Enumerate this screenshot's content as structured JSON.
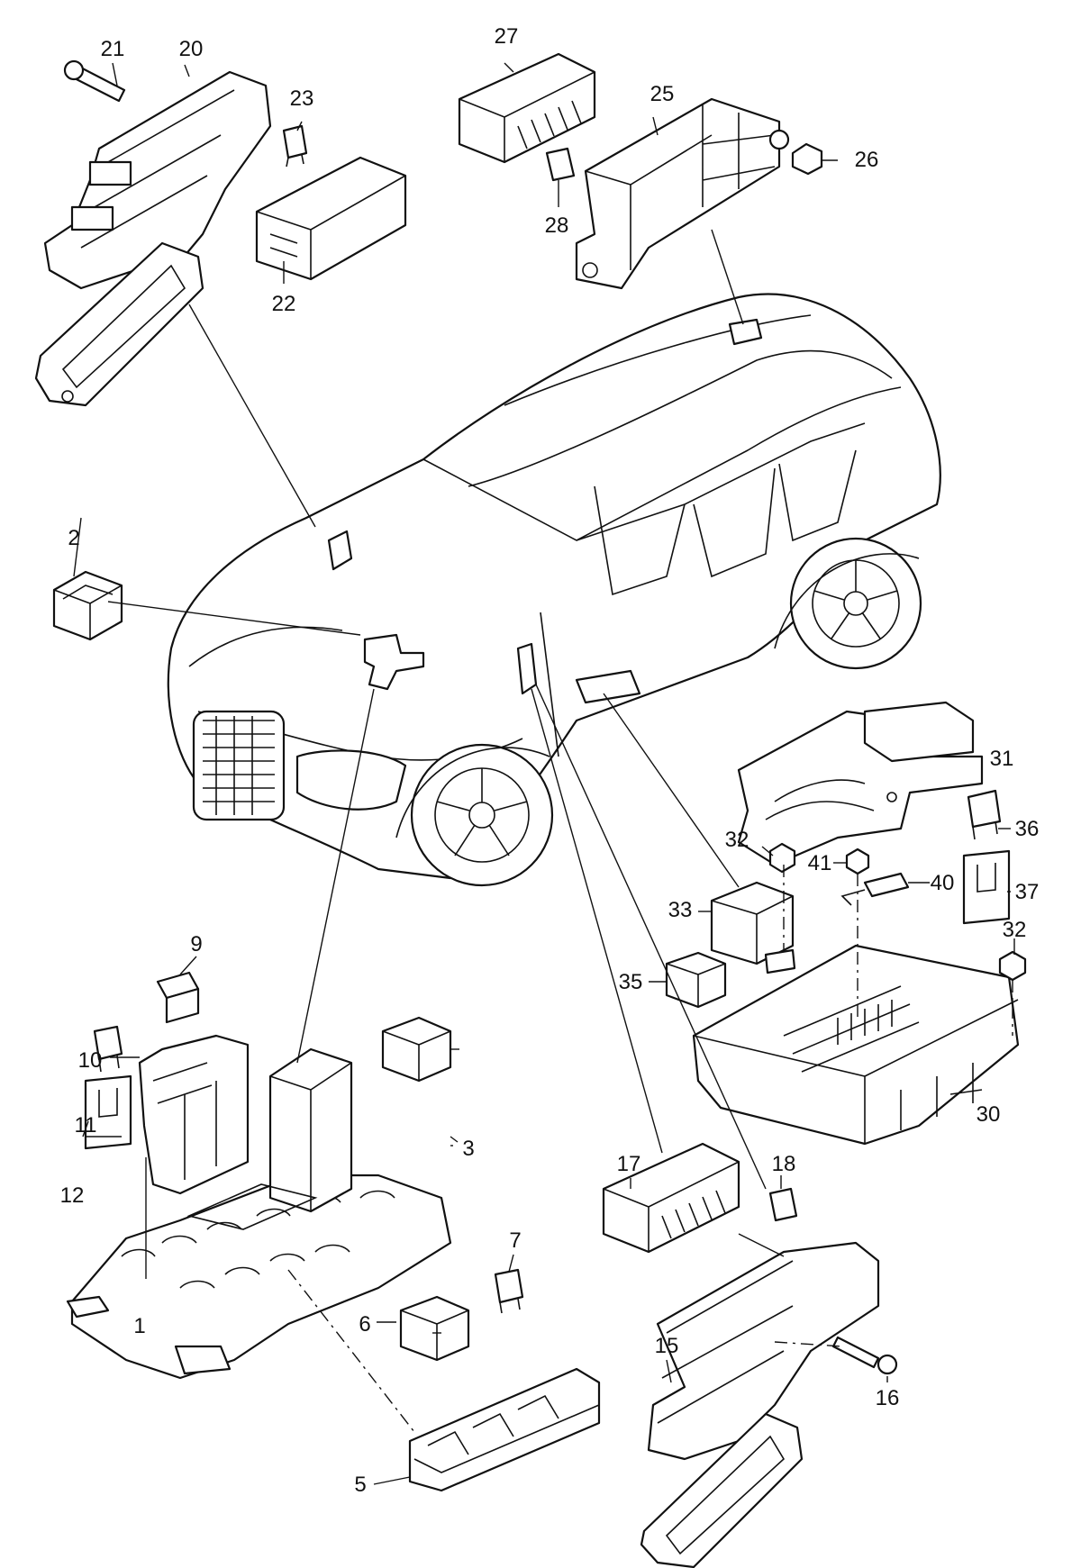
{
  "diagram": {
    "labels": [
      "1",
      "2",
      "3",
      "5",
      "6",
      "7",
      "9",
      "10",
      "11",
      "12",
      "15",
      "16",
      "17",
      "18",
      "20",
      "21",
      "22",
      "23",
      "25",
      "26",
      "27",
      "28",
      "30",
      "31",
      "32",
      "33",
      "35",
      "36",
      "37",
      "40",
      "41"
    ]
  },
  "colors": {
    "line": "#111111",
    "background": "#ffffff"
  }
}
